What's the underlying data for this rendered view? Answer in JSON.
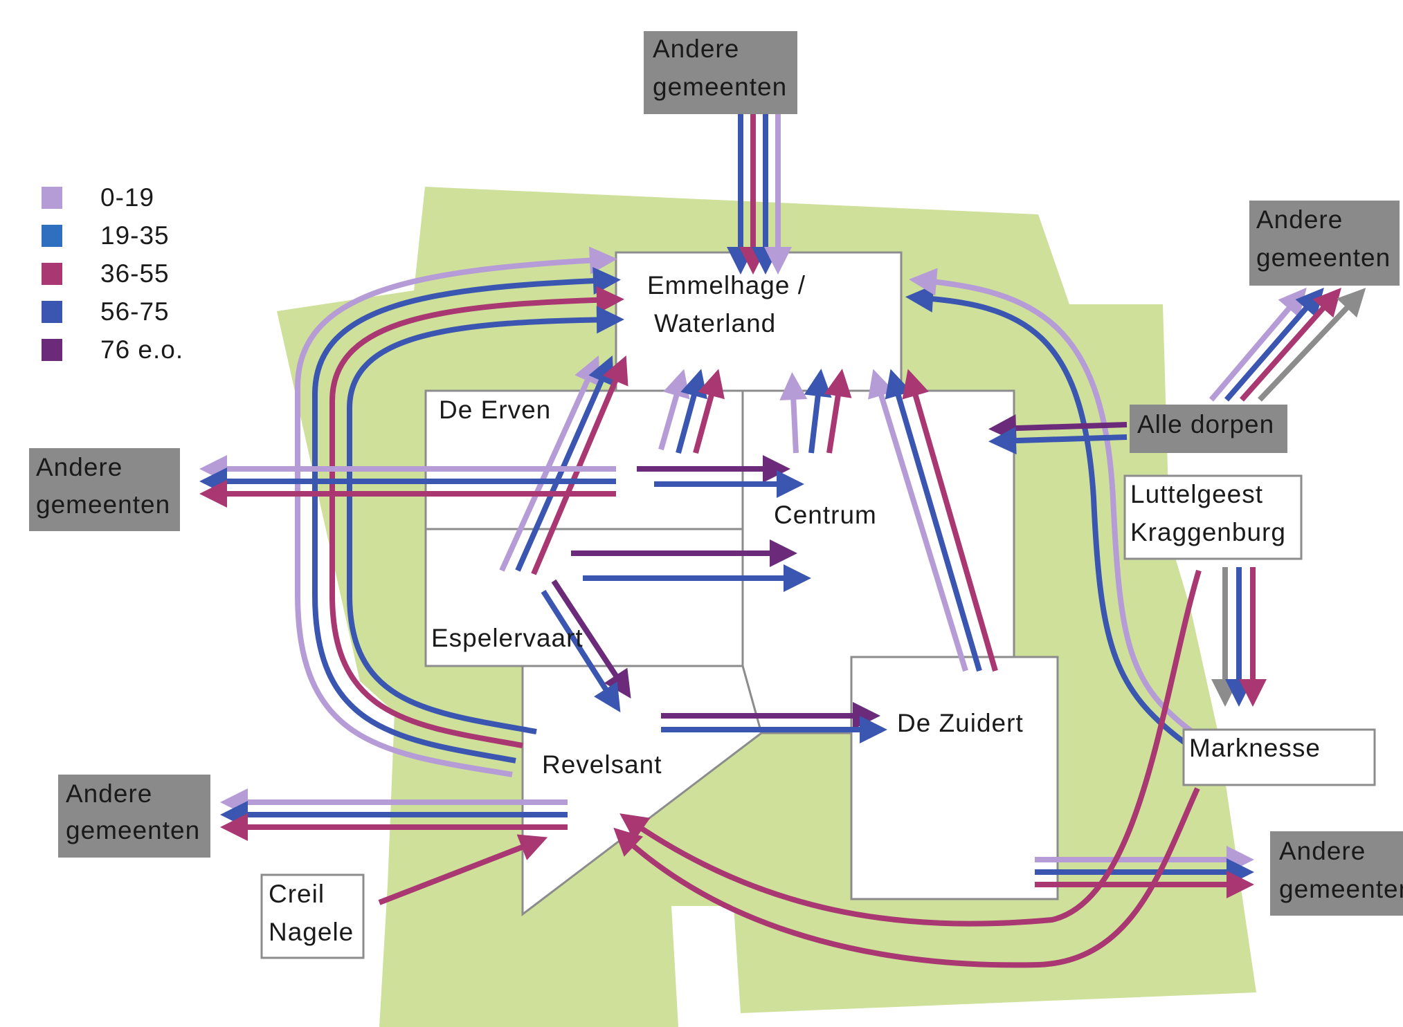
{
  "colors": {
    "land": "#cfe09a",
    "district_fill": "#ffffff",
    "district_stroke": "#8c8c8c",
    "external_fill": "#8a8a8a",
    "age_0_19": "#b59cd6",
    "age_19_35": "#2f6fbf",
    "age_36_55": "#a83772",
    "age_56_75": "#3a56b0",
    "age_76_plus": "#6b2a7a",
    "other": "#8c8c8c"
  },
  "legend": {
    "items": [
      {
        "label": "0-19",
        "color": "#b59cd6"
      },
      {
        "label": "19-35",
        "color": "#2f6fbf"
      },
      {
        "label": "36-55",
        "color": "#a83772"
      },
      {
        "label": "56-75",
        "color": "#3a56b0"
      },
      {
        "label": "76 e.o.",
        "color": "#6b2a7a"
      }
    ]
  },
  "districts": {
    "emmelhage": [
      "Emmelhage /",
      "Waterland"
    ],
    "de_erven": "De Erven",
    "centrum": "Centrum",
    "espelervaart": "Espelervaart",
    "revelsant": "Revelsant",
    "de_zuidert": "De Zuidert"
  },
  "external": {
    "top": [
      "Andere",
      "gemeenten"
    ],
    "top_right": [
      "Andere",
      "gemeenten"
    ],
    "left": [
      "Andere",
      "gemeenten"
    ],
    "bottom_left": [
      "Andere",
      "gemeenten"
    ],
    "right": [
      "Andere",
      "gemeenten"
    ],
    "alle_dorpen": "Alle dorpen"
  },
  "villages": {
    "luttelgeest": [
      "Luttelgeest",
      "Kraggenburg"
    ],
    "creil": [
      "Creil",
      "Nagele"
    ],
    "marknesse": "Marknesse"
  }
}
